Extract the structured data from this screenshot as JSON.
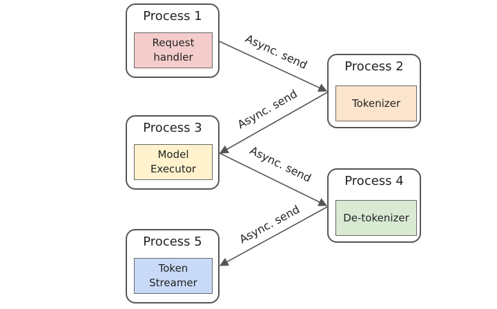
{
  "processes": [
    {
      "title": "Process 1",
      "component": "Request\nhandler",
      "color": "#f4cccc"
    },
    {
      "title": "Process 2",
      "component": "Tokenizer",
      "color": "#fce5cd"
    },
    {
      "title": "Process 3",
      "component": "Model\nExecutor",
      "color": "#fff2cc"
    },
    {
      "title": "Process 4",
      "component": "De-tokenizer",
      "color": "#d9ead3"
    },
    {
      "title": "Process 5",
      "component": "Token\nStreamer",
      "color": "#c9daf8"
    }
  ],
  "edges": [
    {
      "from": "Process 1",
      "to": "Process 2",
      "label": "Async. send"
    },
    {
      "from": "Process 2",
      "to": "Process 3",
      "label": "Async. send"
    },
    {
      "from": "Process 3",
      "to": "Process 4",
      "label": "Async. send"
    },
    {
      "from": "Process 4",
      "to": "Process 5",
      "label": "Async. send"
    }
  ]
}
